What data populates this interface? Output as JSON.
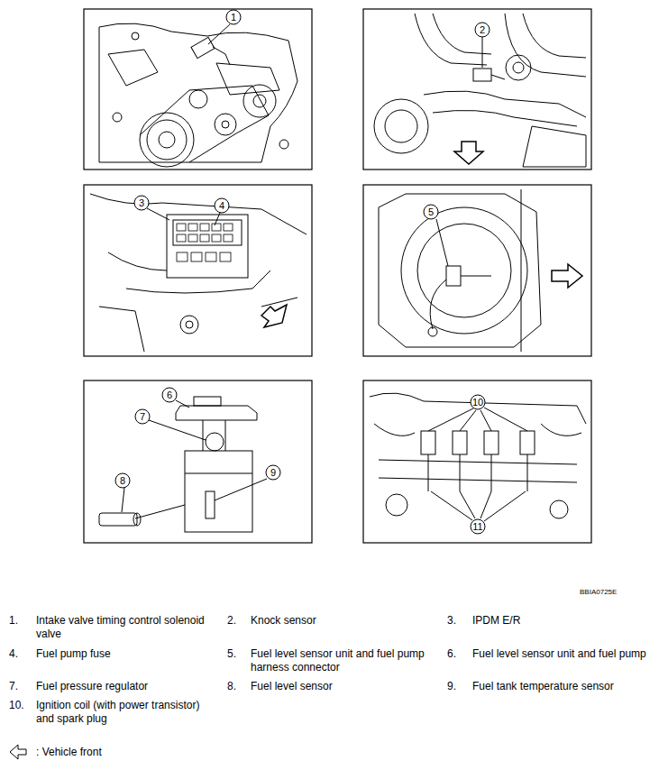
{
  "diagram": {
    "labels": [
      "1",
      "2",
      "3",
      "4",
      "5",
      "6",
      "7",
      "8",
      "9",
      "10",
      "11",
      "BBIA0725E",
      "1.",
      "Intake valve timing control solenoid valve",
      "2.",
      "Knock sensor",
      "3.",
      "IPDM E/R",
      "4.",
      "Fuel pump fuse",
      "5.",
      "Fuel level sensor unit and fuel pump harness connector",
      "6.",
      "Fuel level sensor unit and fuel pump",
      "7.",
      "Fuel pressure regulator",
      "8.",
      "Fuel level sensor",
      "9.",
      "Fuel tank temperature sensor",
      "10.",
      "Ignition coil (with power transistor) and spark plug",
      ": Vehicle front"
    ]
  }
}
